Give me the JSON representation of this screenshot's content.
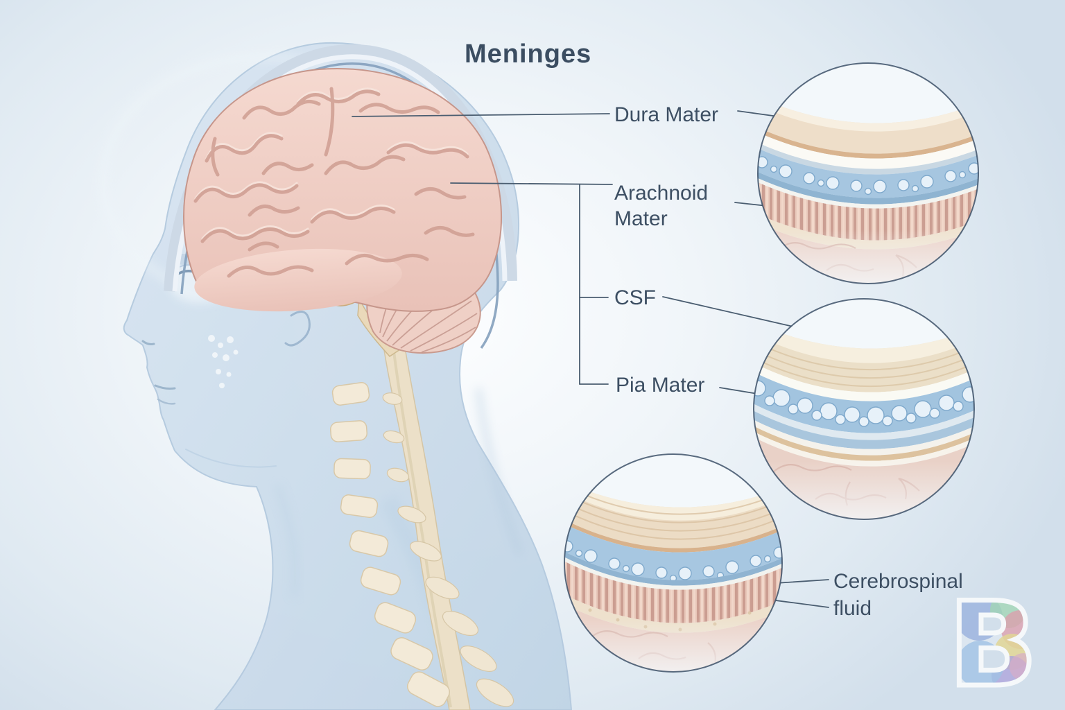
{
  "title": "Meninges",
  "labels": {
    "dura_mater": "Dura Mater",
    "arachnoid_mater": {
      "line1": "Arachnoid",
      "line2": "Mater"
    },
    "csf": "CSF",
    "pia_mater": "Pia Mater",
    "cerebrospinal_fluid": {
      "line1": "Cerebrospinal",
      "line2": "fluid"
    }
  },
  "logo": {
    "letter": "B"
  },
  "figure": {
    "main_illustration": "human-head-profile-with-brain-and-spine",
    "insets": [
      {
        "id": "inset-top-right",
        "shows": "meninges-layer-cross-section"
      },
      {
        "id": "inset-middle-right",
        "shows": "meninges-layer-cross-section"
      },
      {
        "id": "inset-bottom-center",
        "shows": "meninges-layer-cross-section"
      }
    ]
  },
  "colors": {
    "label_text": "#3d4f63",
    "leader_line": "#4a5d70",
    "background_edge": "#d2dfeb",
    "body_blue": "#cfdfee",
    "brain_pink": "#f0cec4",
    "dura_cream": "#eedec9",
    "csf_blue": "#a6c6e0",
    "bone_cream": "#f3ead8"
  }
}
